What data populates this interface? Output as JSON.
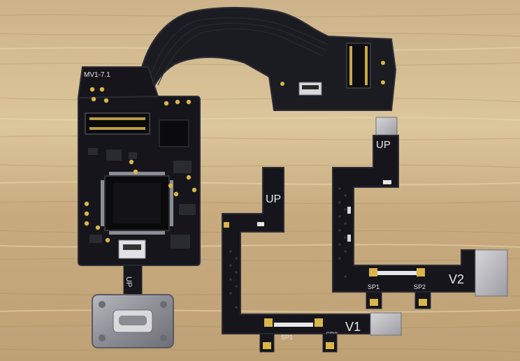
{
  "photo": {
    "colors": {
      "wood_base": "#c9ae84",
      "wood_light": "#e3cfa6",
      "wood_dark": "#a98a5f",
      "pcb": "#16161c",
      "pcb_edge": "#2a2a33",
      "chip": "#0b0b0e",
      "gold": "#d9b54a",
      "connector": "#9a9aa2"
    },
    "main_board": {
      "model_label": "MV1-7.1",
      "usb_flex_label": "UP"
    },
    "v1_flex": {
      "up_label": "UP",
      "sp1_label": "SP1",
      "sp2_label": "SP2",
      "version_label": "V1"
    },
    "v2_flex": {
      "up_label": "UP",
      "sp1_label": "SP1",
      "sp2_label": "SP2",
      "version_label": "V2"
    }
  }
}
